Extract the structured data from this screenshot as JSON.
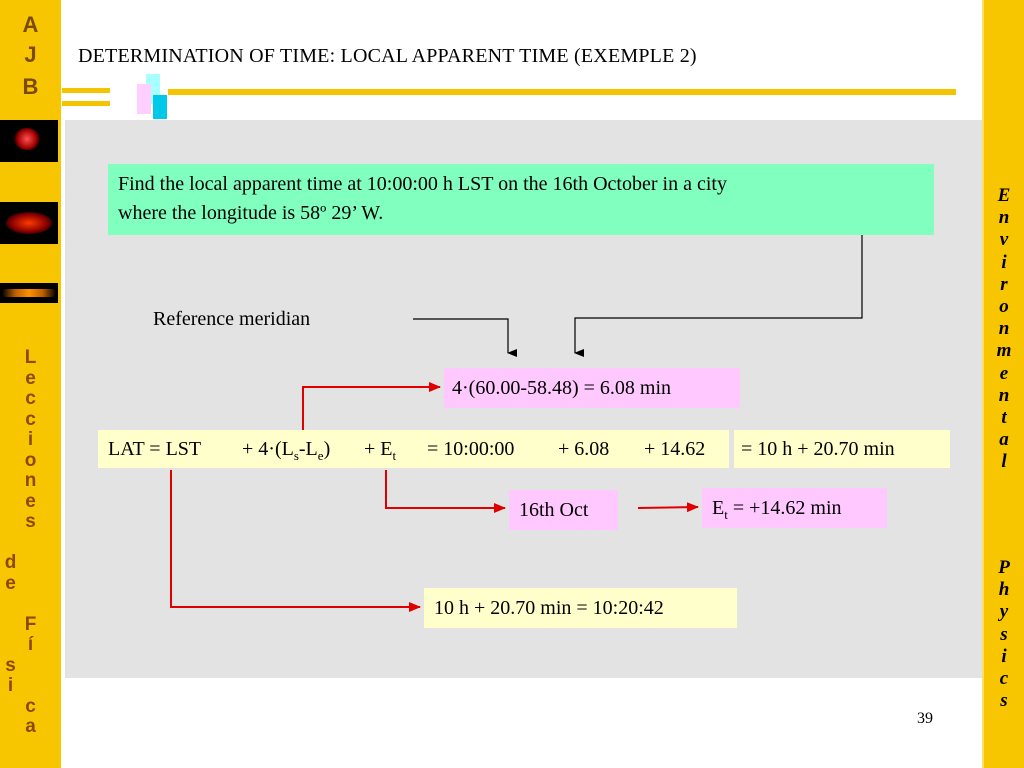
{
  "sidebar_left": {
    "logo_lines": [
      "A",
      "J",
      "B"
    ],
    "vertical_text": [
      "L",
      "e",
      "c",
      "c",
      "i",
      "o",
      "n",
      "e",
      "s",
      "",
      "d",
      "e",
      "",
      "F",
      "í",
      "s",
      "i",
      "c",
      "a"
    ]
  },
  "sidebar_right": {
    "vertical_text_1": [
      "E",
      "n",
      "v",
      "i",
      "r",
      "o",
      "n",
      "m",
      "e",
      "n",
      "t",
      "a",
      "l"
    ],
    "vertical_text_2": [
      "P",
      "h",
      "y",
      "s",
      "i",
      "c",
      "s"
    ]
  },
  "slide": {
    "title": "DETERMINATION OF TIME: LOCAL APPARENT TIME (EXEMPLE 2)",
    "problem_line1": "Find the local apparent time at 10:00:00 h LST on the 16th October in a city",
    "problem_line2": "where the longitude is 58º 29’ W.",
    "reference_meridian_label": "Reference meridian",
    "longitude_calc": "4·(60.00-58.48) = 6.08 min",
    "eq_lat_lst": "LAT = LST",
    "eq_term_prefix": "+ 4·(L",
    "eq_sub_s": "s",
    "eq_dash": "-L",
    "eq_sub_e": "e",
    "eq_close": ")",
    "eq_et_prefix": "+ E",
    "eq_sub_t": "t",
    "eq_time": "= 10:00:00",
    "eq_plus_608": "+ 6.08",
    "eq_plus_1462": "+ 14.62",
    "eq_result": "= 10 h + 20.70 min",
    "date_box": "16th Oct",
    "et_prefix": "E",
    "et_sub": "t",
    "et_value": " = +14.62 min",
    "final_result": "10 h + 20.70 min = 10:20:42",
    "page_number": "39"
  },
  "colors": {
    "sidebar_yellow": "#f7c600",
    "panel_gray": "#e3e3e3",
    "problem_green": "#80ffbf",
    "calc_pink": "#ffc9ff",
    "eq_cream": "#ffffcc",
    "arrow_red": "#e00000"
  }
}
